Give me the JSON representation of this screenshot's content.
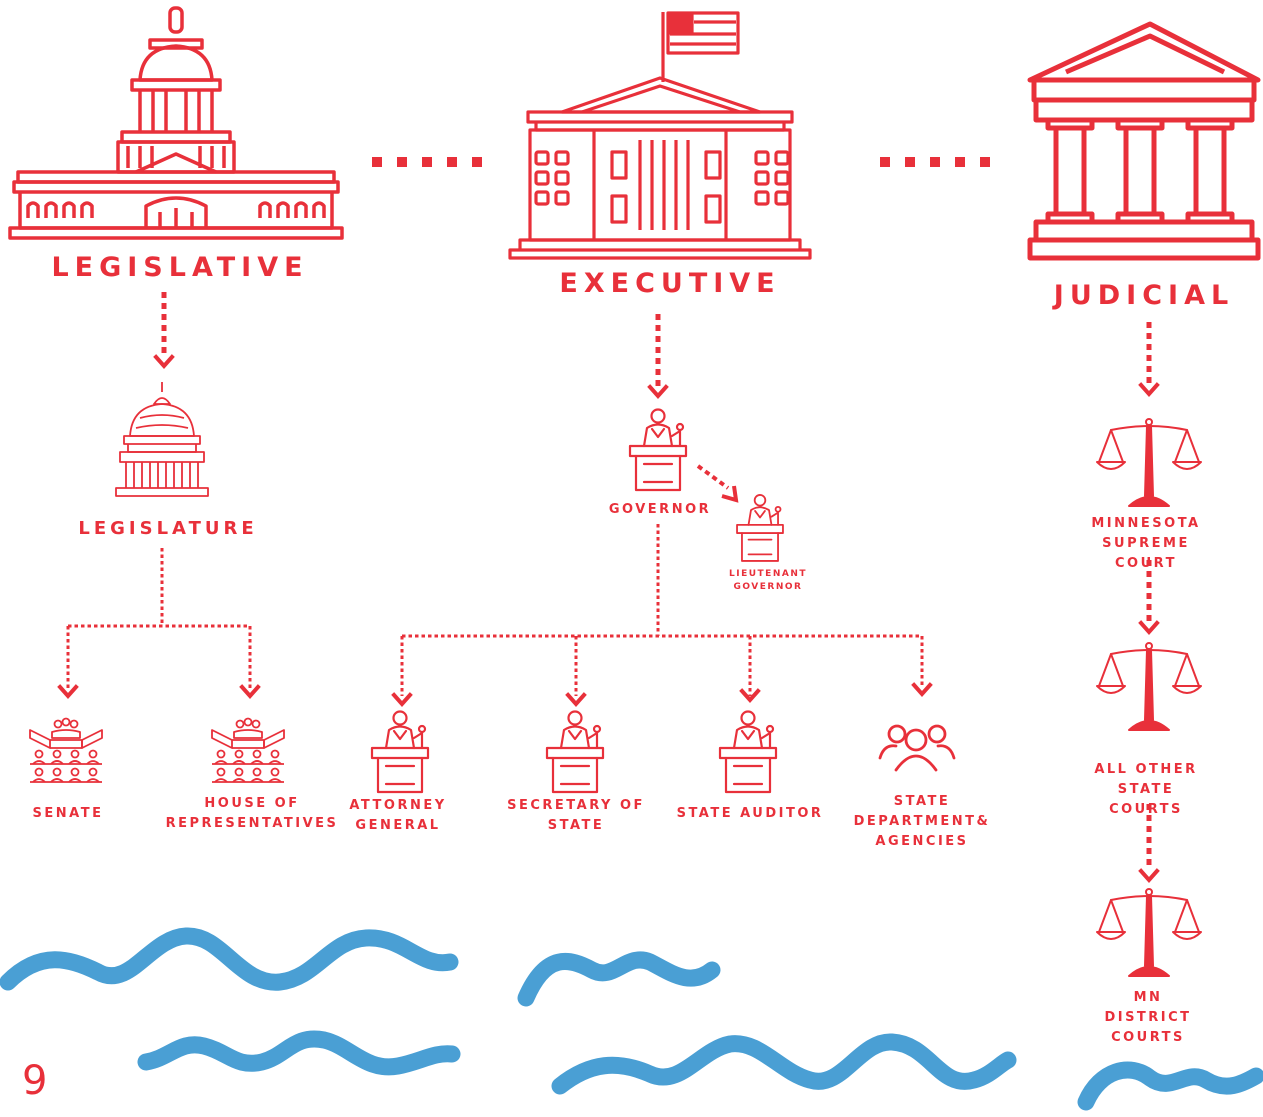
{
  "branches": {
    "legislative": "LEGISLATIVE",
    "executive": "EXECUTIVE",
    "judicial": "JUDICIAL"
  },
  "legislative": {
    "body": "LEGISLATURE",
    "chambers": [
      "SENATE",
      "HOUSE OF\nREPRESENTATIVES"
    ]
  },
  "executive": {
    "head": "GOVERNOR",
    "deputy": "LIEUTENANT\nGOVERNOR",
    "offices": [
      "ATTORNEY\nGENERAL",
      "SECRETARY OF\nSTATE",
      "STATE AUDITOR",
      "STATE\nDEPARTMENT&\nAGENCIES"
    ]
  },
  "judicial": {
    "courts": [
      "MINNESOTA\nSUPREME COURT",
      "ALL OTHER STATE\nCOURTS",
      "MN DISTRICT\nCOURTS"
    ]
  },
  "page_number": "9",
  "colors": {
    "accent": "#e8303a",
    "wave": "#4a9fd4",
    "background": "#ffffff"
  },
  "icons": [
    "capitol-icon",
    "white-house-icon",
    "courthouse-icon",
    "dome-icon",
    "podium-icon",
    "scales-icon",
    "assembly-icon",
    "people-icon"
  ]
}
